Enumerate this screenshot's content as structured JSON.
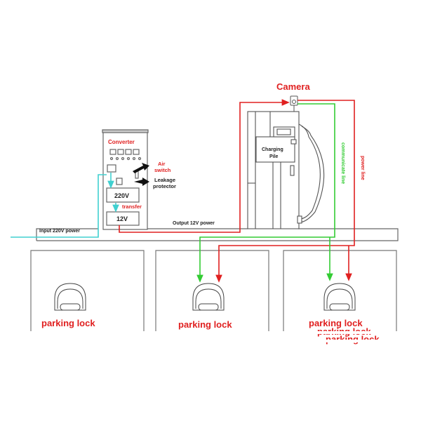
{
  "labels": {
    "camera": "Camera",
    "converter": "Converter",
    "air_switch_1": "Air",
    "air_switch_2": "switch",
    "leakage_1": "Leakage",
    "leakage_2": "protector",
    "v220": "220V",
    "transfer": "transfer",
    "v12": "12V",
    "input_power": "Input 220V power",
    "output_power": "Output 12V power",
    "charging_pile_1": "Charging",
    "charging_pile_2": "Pile",
    "communicate_line": "communicate line",
    "power_line": "power line",
    "parking_lock_1": "parking lock",
    "parking_lock_2": "parking lock",
    "parking_lock_3a": "parking lock",
    "parking_lock_3b": "parking lock",
    "parking_lock_3c": "parking lock"
  },
  "colors": {
    "power": "#e02020",
    "communicate": "#33cc33",
    "input": "#40d0d0",
    "outline": "#555555"
  }
}
